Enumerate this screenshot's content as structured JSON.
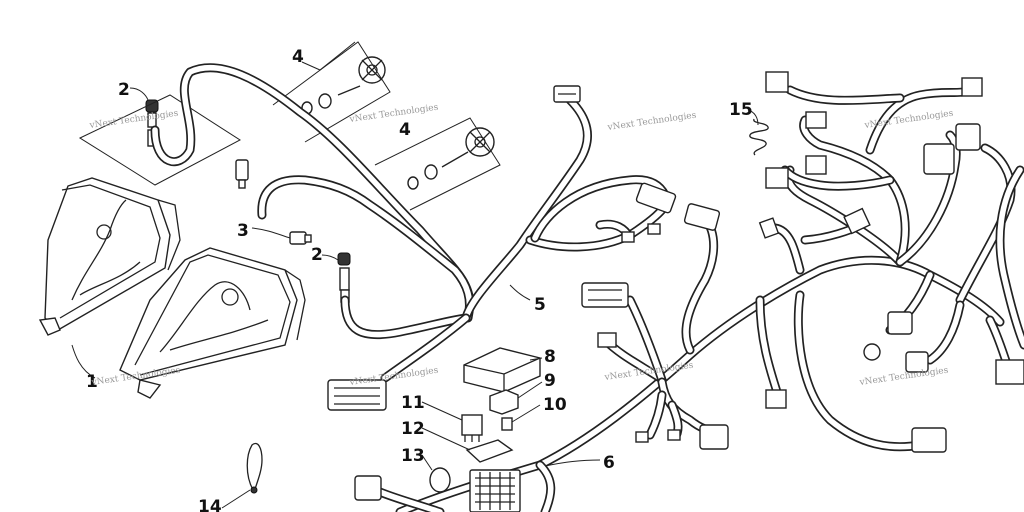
{
  "callouts": {
    "c1": "1",
    "c2a": "2",
    "c2b": "2",
    "c3": "3",
    "c4a": "4",
    "c4b": "4",
    "c5": "5",
    "c6": "6",
    "c8": "8",
    "c9": "9",
    "c10": "10",
    "c11": "11",
    "c12": "12",
    "c13": "13",
    "c14": "14",
    "c15": "15"
  },
  "watermark": "vNext Technologies",
  "colors": {
    "line": "#222222",
    "background": "#ffffff",
    "watermark": "#9a9a9a"
  }
}
